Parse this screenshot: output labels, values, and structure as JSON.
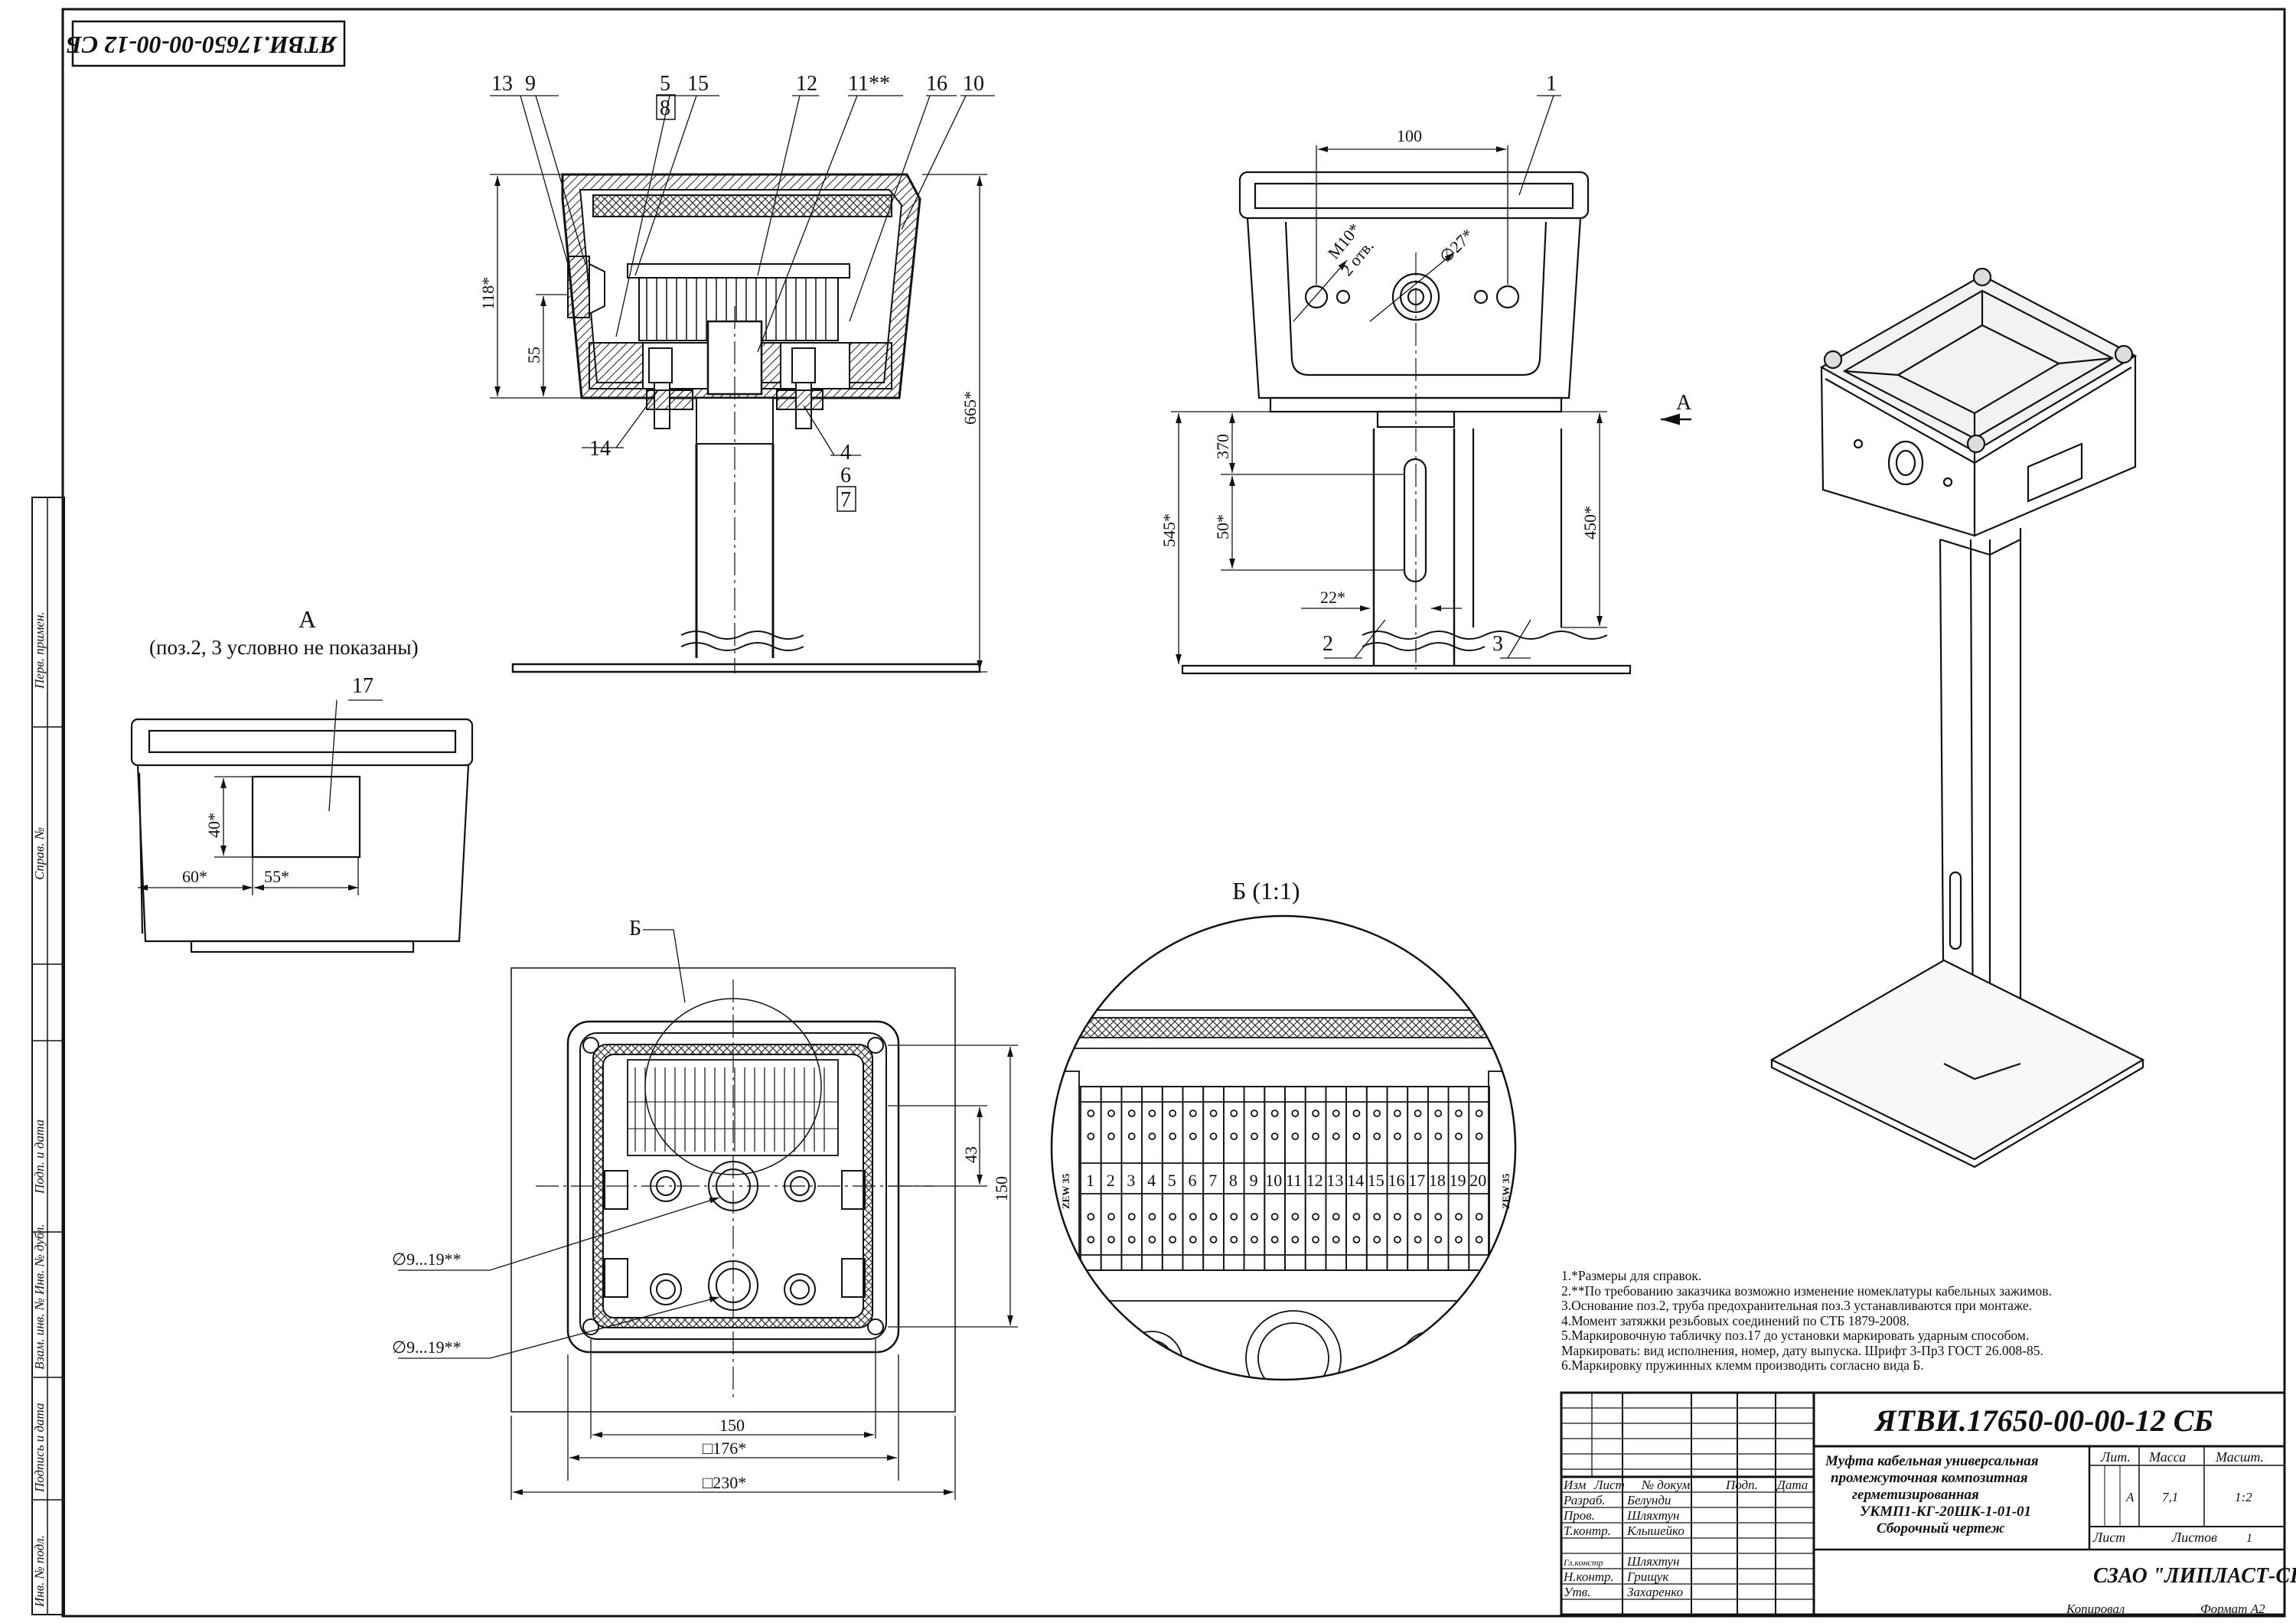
{
  "drawing_number": "ЯТВИ.17650-00-00-12 СБ",
  "drawing_number_rotated": "ЯТВИ.17650-00-00-12 СБ",
  "title_lines": [
    "Муфта кабельная универсальная",
    "промежуточная композитная",
    "герметизированная",
    "УКМП1-КГ-20ШК-1-01-01",
    "Сборочный чертеж"
  ],
  "organization": "СЗАО \"ЛИПЛАСТ-СПб\"",
  "title_block": {
    "hdr_izm": "Изм",
    "hdr_list": "Лист",
    "hdr_doc": "№ докум.",
    "hdr_sign": "Подп.",
    "hdr_date": "Дата",
    "lit_label": "Лит.",
    "mass_label": "Масса",
    "scale_label": "Масшт.",
    "lit_value": "А",
    "mass_value": "7,1",
    "scale_value": "1:2",
    "sheet_label": "Лист",
    "sheets_label": "Листов",
    "sheets_value": "1",
    "copied": "Копировал",
    "format": "Формат А2",
    "roles": [
      {
        "role": "Разраб.",
        "name": "Белунди"
      },
      {
        "role": "Пров.",
        "name": "Шляхтун"
      },
      {
        "role": "Т.контр.",
        "name": "Клышейко"
      },
      {
        "role": "Гл.констр",
        "name": "Шляхтун"
      },
      {
        "role": "Н.контр.",
        "name": "Грищук"
      },
      {
        "role": "Утв.",
        "name": "Захаренко"
      }
    ]
  },
  "side_stamp": {
    "perv_primen": "Перв. примен.",
    "sprav_no": "Справ. №",
    "podp_data_1": "Подп. и дата",
    "inv_dubl": "Взам. инв. № Инв. № дубл.",
    "podp_data_2": "Подпись и дата",
    "inv_podl": "Инв. № подл."
  },
  "notes": [
    "1.*Размеры для справок.",
    "2.**По требованию заказчика возможно изменение номеклатуры кабельных зажимов.",
    "3.Основание поз.2, труба предохранительная поз.3 устанавливаются при монтаже.",
    "4.Момент затяжки резьбовых соединений по СТБ 1879-2008.",
    "5.Маркировочную табличку поз.17 до установки маркировать ударным способом.",
    "Маркировать: вид исполнения, номер, дату выпуска. Шрифт 3-Пр3 ГОСТ 26.008-85.",
    "6.Маркировку пружинных клемм производить согласно вида Б."
  ],
  "view_labels": {
    "view_a_title": "А",
    "view_a_subtitle": "(поз.2, 3 условно не показаны)",
    "view_b_title": "Б (1:1)",
    "view_b_callout": "Б",
    "arrow_a": "А"
  },
  "section_callouts": {
    "c13": "13",
    "c9": "9",
    "c5": "5",
    "c8": "8",
    "c15": "15",
    "c12": "12",
    "c11": "11**",
    "c16": "16",
    "c10": "10",
    "c14": "14",
    "c4": "4",
    "c6": "6",
    "c7": "7",
    "c1": "1",
    "c2": "2",
    "c3": "3",
    "c17": "17"
  },
  "dimensions": {
    "d118": "118*",
    "d55": "55",
    "d665": "665*",
    "d100": "100",
    "m10": "М10*",
    "m10_holes": "2 отв.",
    "d27": "∅27*",
    "d370": "370",
    "d50": "50*",
    "d545": "545*",
    "d450": "450*",
    "d22": "22*",
    "d40": "40*",
    "d60": "60*",
    "d55b": "55*",
    "d43": "43",
    "d150v": "150",
    "d150h": "150",
    "d176": "□176*",
    "d230": "□230*",
    "gland1": "∅9...19**",
    "gland2": "∅9...19**"
  },
  "terminal_rail": {
    "rail_label": "ZEW 35",
    "numbers": [
      "1",
      "2",
      "3",
      "4",
      "5",
      "6",
      "7",
      "8",
      "9",
      "10",
      "11",
      "12",
      "13",
      "14",
      "15",
      "16",
      "17",
      "18",
      "19",
      "20"
    ]
  }
}
